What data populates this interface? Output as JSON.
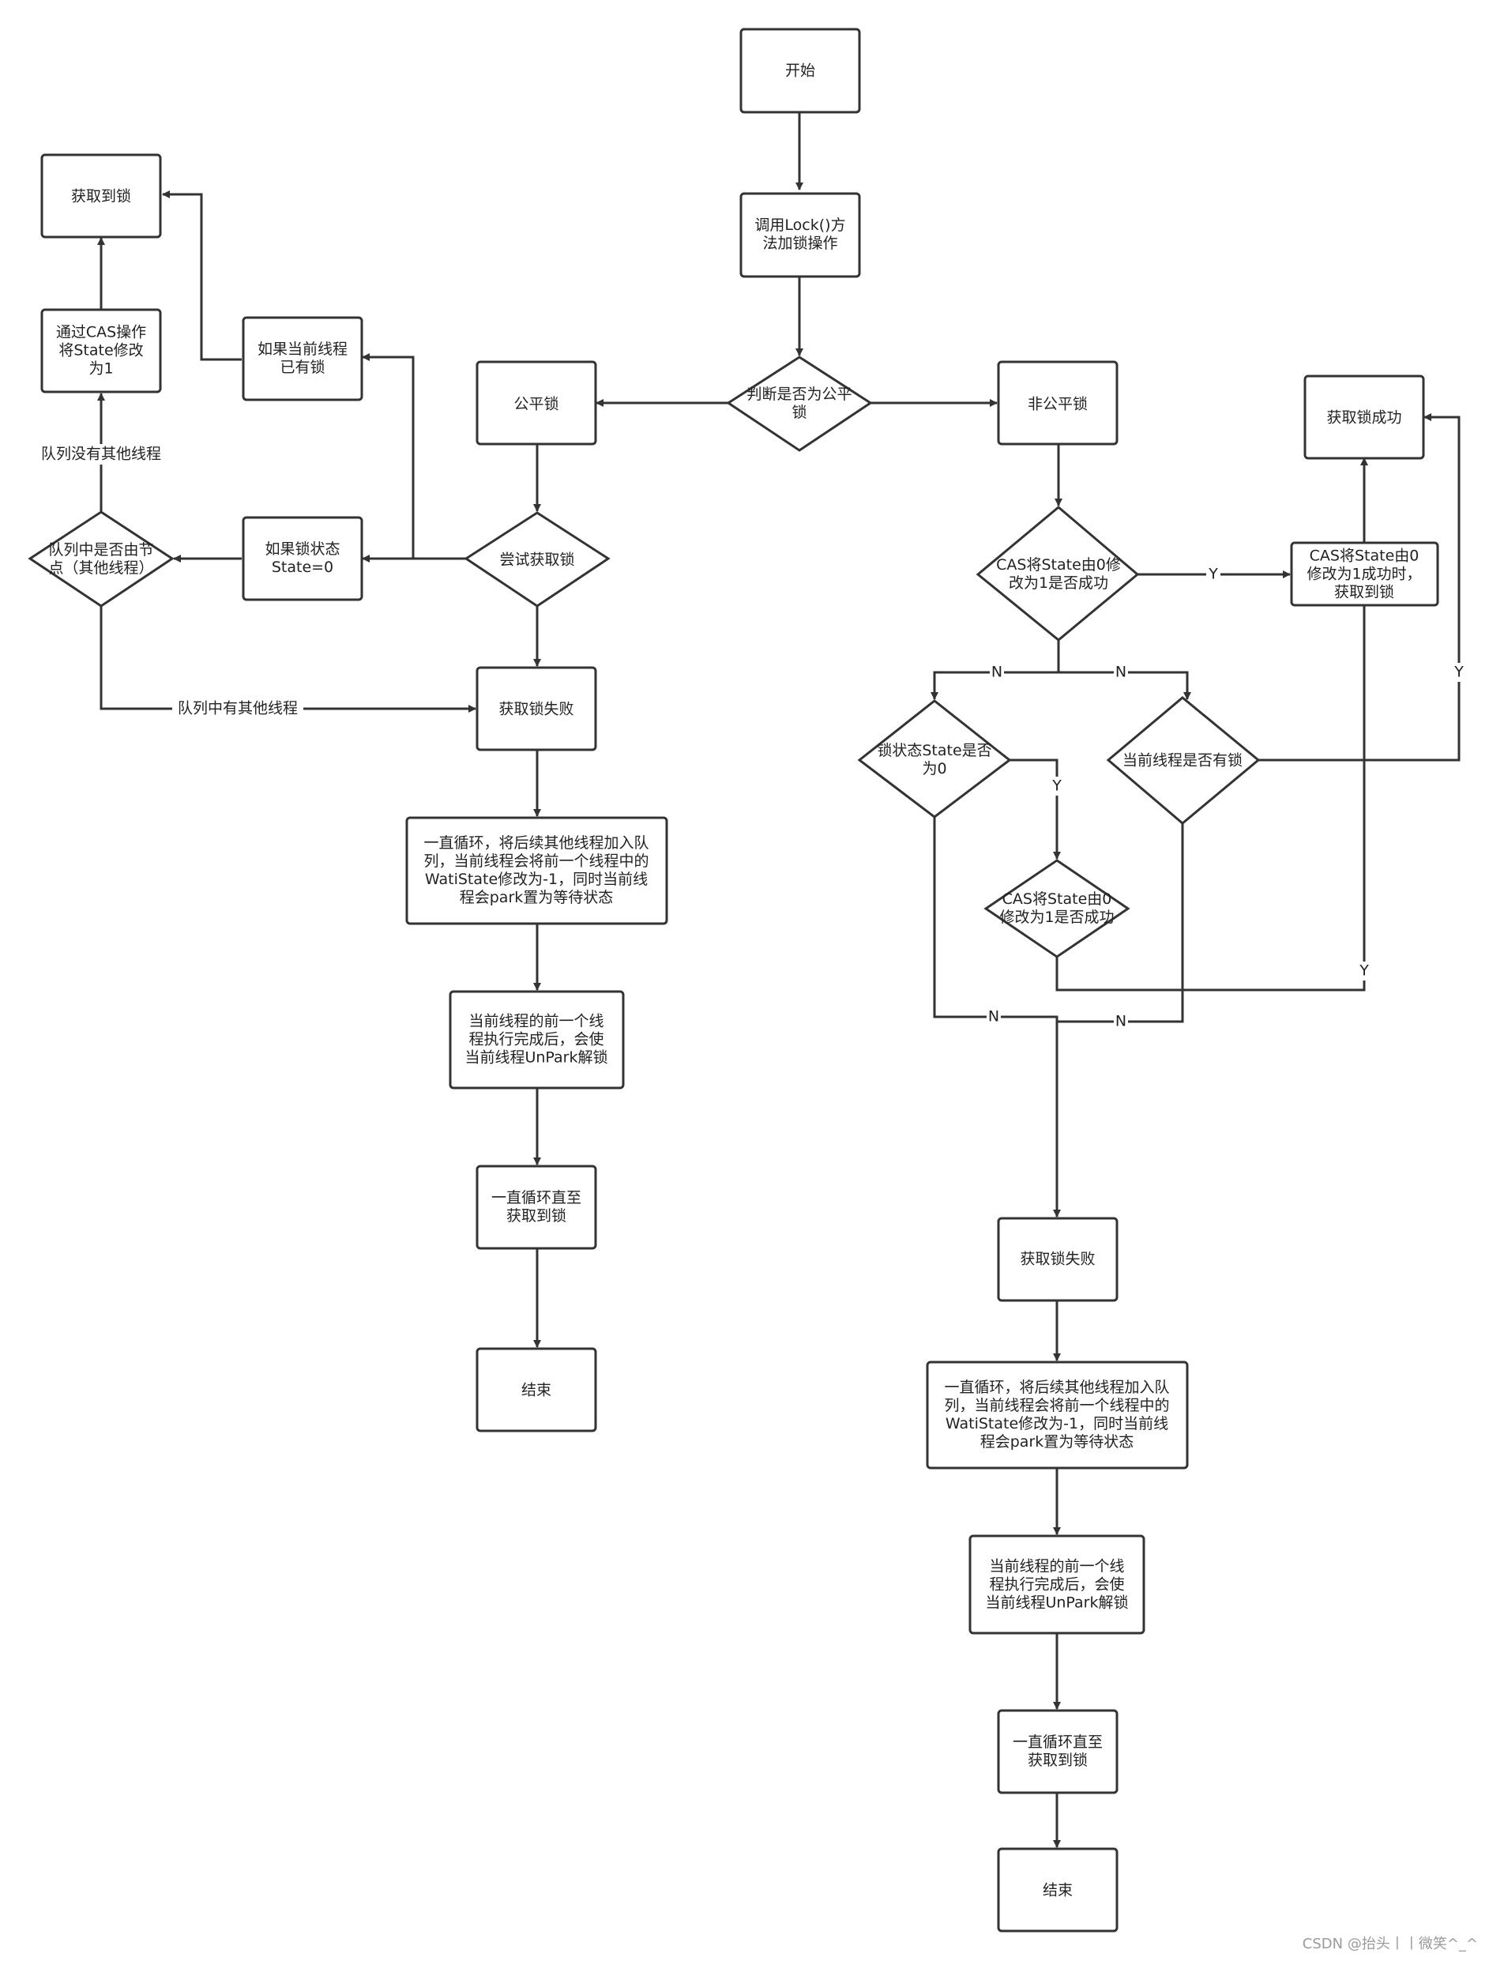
{
  "diagram": {
    "nodes": {
      "start": "开始",
      "call_lock": [
        "调用Lock()方",
        "法加锁操作"
      ],
      "is_fair": [
        "判断是否为公平",
        "锁"
      ],
      "fair": "公平锁",
      "nonfair": "非公平锁",
      "try_acquire": "尝试获取锁",
      "state_zero": [
        "如果锁状态",
        "State=0"
      ],
      "has_lock": [
        "如果当前线程",
        "已有锁"
      ],
      "queue_check": [
        "队列中是否由节",
        "点（其他线程）"
      ],
      "cas_left": [
        "通过CAS操作",
        "将State修改",
        "为1"
      ],
      "got_lock_left": "获取到锁",
      "fail_left": "获取锁失败",
      "loop_left": [
        "一直循环，将后续其他线程加入队",
        "列，当前线程会将前一个线程中的",
        "WatiState修改为-1，同时当前线",
        "程会park置为等待状态"
      ],
      "unpark_left": [
        "当前线程的前一个线",
        "程执行完成后，会使",
        "当前线程UnPark解锁"
      ],
      "retry_left": [
        "一直循环直至",
        "获取到锁"
      ],
      "end_left": "结束",
      "cas_right": [
        "CAS将State由0修",
        "改为1是否成功"
      ],
      "cas_success": [
        "CAS将State由0",
        "修改为1成功时，",
        "获取到锁"
      ],
      "lock_success": "获取锁成功",
      "state_is_zero": [
        "锁状态State是否",
        "为0"
      ],
      "owns_lock": "当前线程是否有锁",
      "cas_retry": [
        "CAS将State由0",
        "修改为1是否成功"
      ],
      "fail_right": "获取锁失败",
      "loop_right": [
        "一直循环，将后续其他线程加入队",
        "列，当前线程会将前一个线程中的",
        "WatiState修改为-1，同时当前线",
        "程会park置为等待状态"
      ],
      "unpark_right": [
        "当前线程的前一个线",
        "程执行完成后，会使",
        "当前线程UnPark解锁"
      ],
      "retry_right": [
        "一直循环直至",
        "获取到锁"
      ],
      "end_right": "结束"
    },
    "edge_labels": {
      "queue_empty": "队列没有其他线程",
      "queue_has": "队列中有其他线程",
      "yes": "Y",
      "no": "N"
    }
  },
  "watermark": "CSDN @抬头丨丨微笑^_^",
  "colors": {
    "stroke": "#333333",
    "text": "#222222",
    "background": "#ffffff"
  }
}
